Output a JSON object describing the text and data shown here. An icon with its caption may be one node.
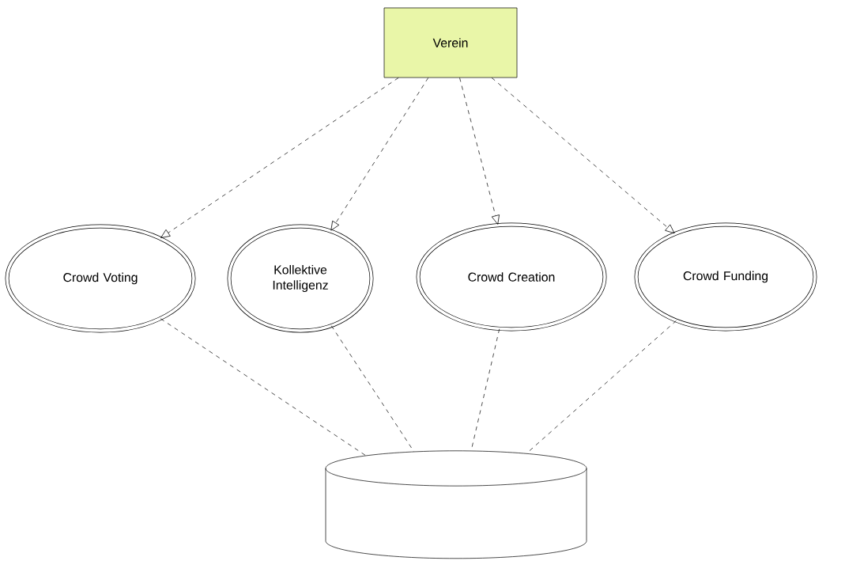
{
  "diagram": {
    "nodes": [
      {
        "text": [
          "Verein"
        ]
      },
      {
        "text": [
          "Crowd Voting"
        ]
      },
      {
        "text": [
          "Kollektive Intelligenz"
        ]
      },
      {
        "text": [
          "Crowd Creation"
        ]
      },
      {
        "text": [
          "Crowd Funding"
        ]
      },
      {
        "text": [],
        "shape": "cylinder"
      }
    ],
    "edges": [
      {
        "from": 0,
        "to": 1,
        "arrow": "to",
        "style": "dashed"
      },
      {
        "from": 0,
        "to": 2,
        "arrow": "to",
        "style": "dashed"
      },
      {
        "from": 0,
        "to": 3,
        "arrow": "to",
        "style": "dashed"
      },
      {
        "from": 0,
        "to": 4,
        "arrow": "to",
        "style": "dashed"
      },
      {
        "from": 1,
        "to": 5,
        "arrow": "none",
        "style": "dashed"
      },
      {
        "from": 2,
        "to": 5,
        "arrow": "none",
        "style": "dashed"
      },
      {
        "from": 3,
        "to": 5,
        "arrow": "none",
        "style": "dashed"
      },
      {
        "from": 4,
        "to": 5,
        "arrow": "none",
        "style": "dashed"
      }
    ]
  }
}
